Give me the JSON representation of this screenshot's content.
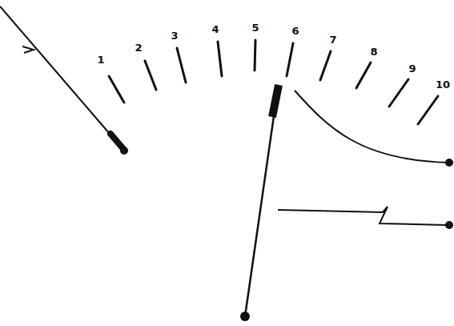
{
  "diagram": {
    "labels": [
      "1",
      "2",
      "3",
      "4",
      "5",
      "6",
      "7",
      "8",
      "9",
      "10"
    ]
  }
}
